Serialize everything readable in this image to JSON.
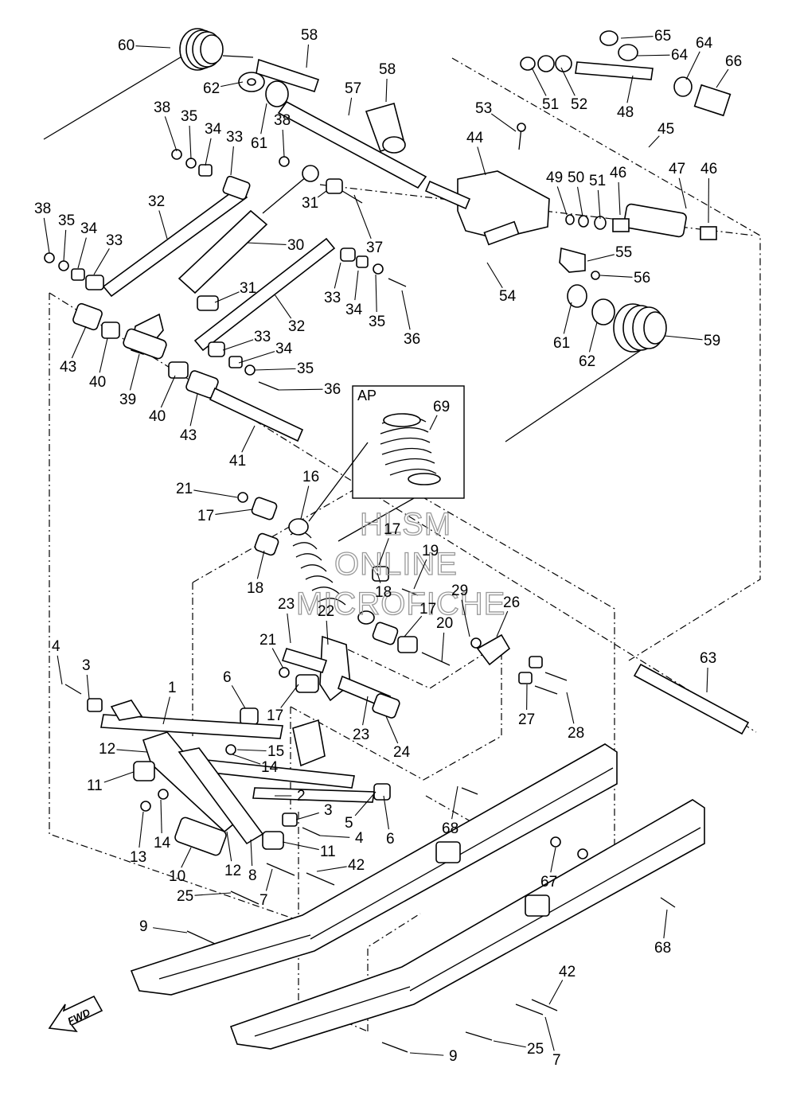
{
  "watermark": {
    "line1": "HLSM",
    "line2": "ONLINE",
    "line3": "MICROFICHE"
  },
  "detail_box_label": "AP",
  "direction_label": "FWD",
  "callouts": [
    {
      "id": "c60",
      "text": "60"
    },
    {
      "id": "c58a",
      "text": "58"
    },
    {
      "id": "c58b",
      "text": "58"
    },
    {
      "id": "c65",
      "text": "65"
    },
    {
      "id": "c64a",
      "text": "64"
    },
    {
      "id": "c64b",
      "text": "64"
    },
    {
      "id": "c66",
      "text": "66"
    },
    {
      "id": "c62a",
      "text": "62"
    },
    {
      "id": "c57",
      "text": "57"
    },
    {
      "id": "c51a",
      "text": "51"
    },
    {
      "id": "c52",
      "text": "52"
    },
    {
      "id": "c48",
      "text": "48"
    },
    {
      "id": "c38a",
      "text": "38"
    },
    {
      "id": "c35a",
      "text": "35"
    },
    {
      "id": "c34a",
      "text": "34"
    },
    {
      "id": "c33a",
      "text": "33"
    },
    {
      "id": "c61a",
      "text": "61"
    },
    {
      "id": "c38b",
      "text": "38"
    },
    {
      "id": "c53",
      "text": "53"
    },
    {
      "id": "c45",
      "text": "45"
    },
    {
      "id": "c44",
      "text": "44"
    },
    {
      "id": "c46a",
      "text": "46"
    },
    {
      "id": "c47",
      "text": "47"
    },
    {
      "id": "c46b",
      "text": "46"
    },
    {
      "id": "c49",
      "text": "49"
    },
    {
      "id": "c50",
      "text": "50"
    },
    {
      "id": "c51b",
      "text": "51"
    },
    {
      "id": "c32a",
      "text": "32"
    },
    {
      "id": "c31a",
      "text": "31"
    },
    {
      "id": "c37",
      "text": "37"
    },
    {
      "id": "c38c",
      "text": "38"
    },
    {
      "id": "c35b",
      "text": "35"
    },
    {
      "id": "c34b",
      "text": "34"
    },
    {
      "id": "c33b",
      "text": "33"
    },
    {
      "id": "c30",
      "text": "30"
    },
    {
      "id": "c55",
      "text": "55"
    },
    {
      "id": "c56",
      "text": "56"
    },
    {
      "id": "c54",
      "text": "54"
    },
    {
      "id": "c31b",
      "text": "31"
    },
    {
      "id": "c33c",
      "text": "33"
    },
    {
      "id": "c34c",
      "text": "34"
    },
    {
      "id": "c35c",
      "text": "35"
    },
    {
      "id": "c36a",
      "text": "36"
    },
    {
      "id": "c32b",
      "text": "32"
    },
    {
      "id": "c61b",
      "text": "61"
    },
    {
      "id": "c62b",
      "text": "62"
    },
    {
      "id": "c59",
      "text": "59"
    },
    {
      "id": "c43a",
      "text": "43"
    },
    {
      "id": "c40a",
      "text": "40"
    },
    {
      "id": "c39",
      "text": "39"
    },
    {
      "id": "c33d",
      "text": "33"
    },
    {
      "id": "c34d",
      "text": "34"
    },
    {
      "id": "c35d",
      "text": "35"
    },
    {
      "id": "c36b",
      "text": "36"
    },
    {
      "id": "c40b",
      "text": "40"
    },
    {
      "id": "c43b",
      "text": "43"
    },
    {
      "id": "c41",
      "text": "41"
    },
    {
      "id": "c69",
      "text": "69"
    },
    {
      "id": "c21a",
      "text": "21"
    },
    {
      "id": "c16",
      "text": "16"
    },
    {
      "id": "c17a",
      "text": "17"
    },
    {
      "id": "c17b",
      "text": "17"
    },
    {
      "id": "c19",
      "text": "19"
    },
    {
      "id": "c18a",
      "text": "18"
    },
    {
      "id": "c18b",
      "text": "18"
    },
    {
      "id": "c29",
      "text": "29"
    },
    {
      "id": "c26",
      "text": "26"
    },
    {
      "id": "c23a",
      "text": "23"
    },
    {
      "id": "c22",
      "text": "22"
    },
    {
      "id": "c17c",
      "text": "17"
    },
    {
      "id": "c20",
      "text": "20"
    },
    {
      "id": "c21b",
      "text": "21"
    },
    {
      "id": "c63",
      "text": "63"
    },
    {
      "id": "c4a",
      "text": "4"
    },
    {
      "id": "c3a",
      "text": "3"
    },
    {
      "id": "c6a",
      "text": "6"
    },
    {
      "id": "c1",
      "text": "1"
    },
    {
      "id": "c17d",
      "text": "17"
    },
    {
      "id": "c23b",
      "text": "23"
    },
    {
      "id": "c24",
      "text": "24"
    },
    {
      "id": "c27",
      "text": "27"
    },
    {
      "id": "c28",
      "text": "28"
    },
    {
      "id": "c12a",
      "text": "12"
    },
    {
      "id": "c15",
      "text": "15"
    },
    {
      "id": "c14a",
      "text": "14"
    },
    {
      "id": "c11a",
      "text": "11"
    },
    {
      "id": "c2",
      "text": "2"
    },
    {
      "id": "c68a",
      "text": "68"
    },
    {
      "id": "c3b",
      "text": "3"
    },
    {
      "id": "c5",
      "text": "5"
    },
    {
      "id": "c6b",
      "text": "6"
    },
    {
      "id": "c13",
      "text": "13"
    },
    {
      "id": "c14b",
      "text": "14"
    },
    {
      "id": "c4b",
      "text": "4"
    },
    {
      "id": "c11b",
      "text": "11"
    },
    {
      "id": "c42a",
      "text": "42"
    },
    {
      "id": "c10",
      "text": "10"
    },
    {
      "id": "c12b",
      "text": "12"
    },
    {
      "id": "c8",
      "text": "8"
    },
    {
      "id": "c67",
      "text": "67"
    },
    {
      "id": "c25a",
      "text": "25"
    },
    {
      "id": "c7a",
      "text": "7"
    },
    {
      "id": "c68b",
      "text": "68"
    },
    {
      "id": "c9a",
      "text": "9"
    },
    {
      "id": "c42b",
      "text": "42"
    },
    {
      "id": "c25b",
      "text": "25"
    },
    {
      "id": "c7b",
      "text": "7"
    },
    {
      "id": "c9b",
      "text": "9"
    }
  ]
}
